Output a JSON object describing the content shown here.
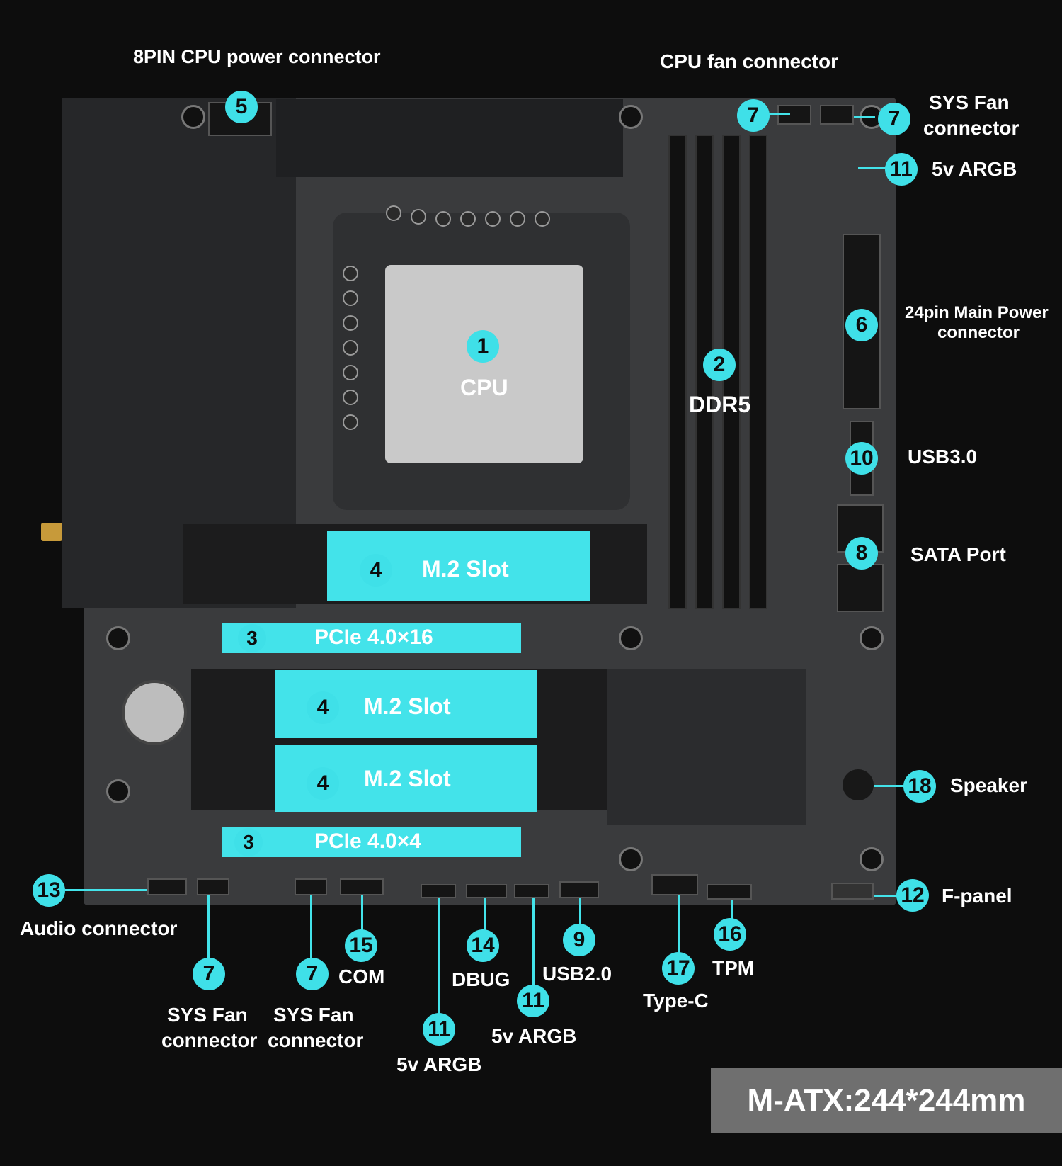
{
  "labels": {
    "cpu_power": "8PIN CPU power connector",
    "cpu_fan": "CPU fan connector",
    "sys_fan_tr_1": "SYS Fan",
    "sys_fan_tr_2": "connector",
    "argb_tr": "5v ARGB",
    "main_power_1": "24pin Main Power",
    "main_power_2": "connector",
    "usb3": "USB3.0",
    "sata": "SATA Port",
    "speaker": "Speaker",
    "fpanel": "F-panel",
    "audio": "Audio connector",
    "sys_fan_b1_1": "SYS Fan",
    "sys_fan_b1_2": "connector",
    "sys_fan_b2_1": "SYS Fan",
    "sys_fan_b2_2": "connector",
    "com": "COM",
    "dbug": "DBUG",
    "argb_b1": "5v ARGB",
    "argb_b2": "5v ARGB",
    "usb2": "USB2.0",
    "typec": "Type-C",
    "tpm": "TPM",
    "cpu": "CPU",
    "ddr5": "DDR5",
    "m2_top": "M.2 Slot",
    "m2_mid": "M.2 Slot",
    "m2_low": "M.2 Slot",
    "pcie16": "PCIe 4.0×16",
    "pcie4": "PCIe 4.0×4",
    "size_tag": "M-ATX:244*244mm"
  },
  "badges": {
    "cpu": "1",
    "ddr5": "2",
    "pcie16": "3",
    "pcie4": "3",
    "m2_top": "4",
    "m2_mid": "4",
    "m2_low": "4",
    "cpu_power": "5",
    "main_power": "6",
    "cpu_fan": "7",
    "sys_fan_tr": "7",
    "sys_fan_b1": "7",
    "sys_fan_b2": "7",
    "sata": "8",
    "usb2": "9",
    "usb3": "10",
    "argb_tr": "11",
    "argb_b1": "11",
    "argb_b2": "11",
    "fpanel": "12",
    "audio": "13",
    "dbug": "14",
    "com": "15",
    "tpm": "16",
    "typec": "17",
    "speaker": "18"
  },
  "colors": {
    "accent": "#43e3ea",
    "background": "#0d0d0d",
    "board": "#3a3b3d",
    "heatspreader": "#c9c9c9",
    "tag": "#6f6f6f"
  }
}
